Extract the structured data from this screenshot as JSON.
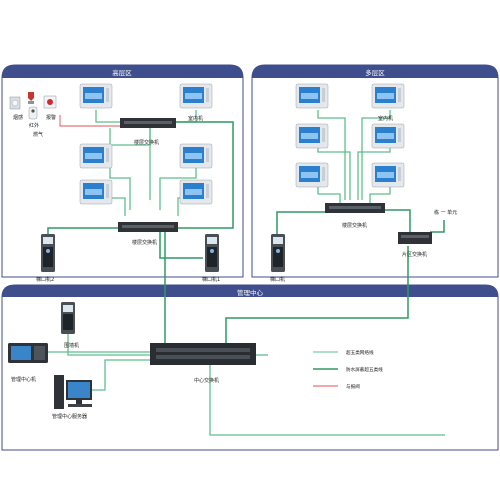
{
  "zones": {
    "highrise": "高层区",
    "multistorey": "多层区",
    "management": "管理中心"
  },
  "labels": {
    "smoke": "烟感",
    "gas": "燃气",
    "infrared": "红外",
    "alarm": "报警",
    "indoor_unit_high": "室内机",
    "floor_switch_high": "楼层交换机",
    "floor_switch_high2": "楼层交换机",
    "door_unit_2": "梯口机2",
    "door_unit_1": "梯口机1",
    "indoor_unit_multi": "室内机",
    "floor_switch_multi": "楼层交换机",
    "door_unit_multi": "梯口机",
    "area_switch": "片区交换机",
    "building_unit": "栋 一 单元",
    "wall_unit": "围墙机",
    "mgmt_unit": "管理中心机",
    "mgmt_server": "管理中心服务器",
    "central_switch": "中心交换机"
  },
  "legend": [
    {
      "label": "超五类网络线",
      "color": "#5dbf8c"
    },
    {
      "label": "防水屏蔽超五类线",
      "color": "#2e9a63"
    },
    {
      "label": "与报阀",
      "color": "#e05050"
    }
  ],
  "colors": {
    "zone_header": "#3f4e8c",
    "zone_border": "#3f4e8c",
    "cable": "#5dbf8c",
    "shielded": "#2e9a63",
    "alarm": "#e05050",
    "device_frame": "#d8dde3",
    "screen": "#1e78c8"
  }
}
